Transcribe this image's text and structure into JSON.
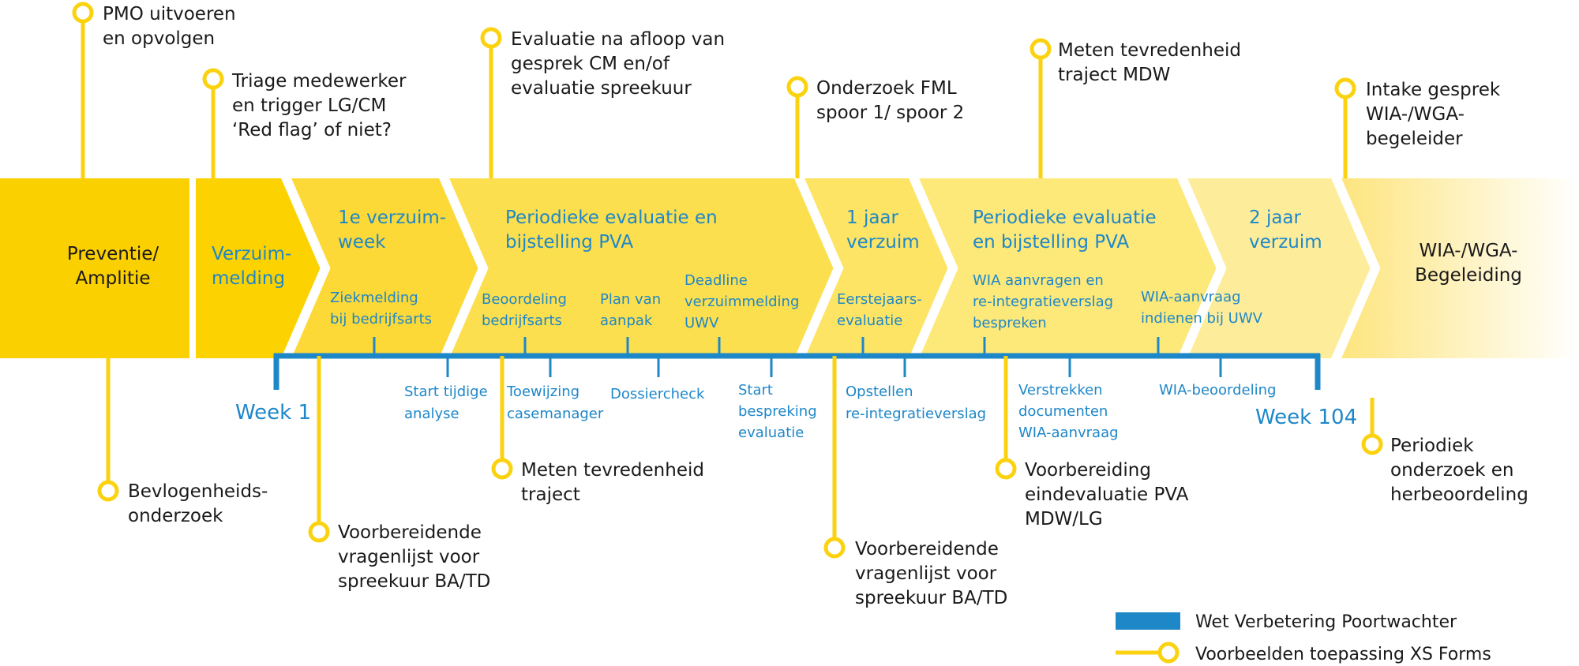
{
  "phases": [
    {
      "title": [
        "Preventie/",
        "Amplitie"
      ]
    },
    {
      "title": [
        "Verzuim-",
        "melding"
      ]
    },
    {
      "title": [
        "1e verzuim-",
        "week"
      ],
      "sub": [
        "Ziekmelding",
        "bij bedrijfsarts"
      ]
    },
    {
      "title": [
        "Periodieke evaluatie en",
        "bijstelling PVA"
      ]
    },
    {
      "title": [
        "1 jaar",
        "verzuim"
      ],
      "sub": [
        "Eerstejaars-",
        "evaluatie"
      ]
    },
    {
      "title": [
        "Periodieke evaluatie",
        "en bijstelling PVA"
      ]
    },
    {
      "title": [
        "2 jaar",
        "verzuim"
      ],
      "sub": [
        "WIA-aanvraag",
        "indienen bij UWV"
      ]
    },
    {
      "title": [
        "WIA-/WGA-",
        "Begeleiding"
      ]
    }
  ],
  "upper_sub_labels": [
    [
      "Beoordeling",
      "bedrijfsarts"
    ],
    [
      "Plan van",
      "aanpak"
    ],
    [
      "Deadline",
      "verzuimmelding",
      "UWV"
    ],
    [
      "WIA aanvragen en",
      "re-integratieverslag",
      "bespreken"
    ]
  ],
  "lower_labels": [
    [
      "Start tijdige",
      "analyse"
    ],
    [
      "Toewijzing",
      "casemanager"
    ],
    [
      "Dossiercheck"
    ],
    [
      "Start",
      "bespreking",
      "evaluatie"
    ],
    [
      "Opstellen",
      "re-integratieverslag"
    ],
    [
      "Verstrekken",
      "documenten",
      "WIA-aanvraag"
    ],
    [
      "WIA-beoordeling"
    ]
  ],
  "week_start": "Week 1",
  "week_end": "Week 104",
  "top_markers": [
    [
      "PMO uitvoeren",
      "en opvolgen"
    ],
    [
      "Triage medewerker",
      "en trigger LG/CM",
      "‘Red flag’ of niet?"
    ],
    [
      "Evaluatie na afloop van",
      "gesprek CM en/of",
      "evaluatie spreekuur"
    ],
    [
      "Onderzoek FML",
      "spoor 1/ spoor 2"
    ],
    [
      "Meten tevredenheid",
      "traject MDW"
    ],
    [
      "Intake gesprek",
      "WIA-/WGA-",
      "begeleider"
    ]
  ],
  "bottom_markers": [
    [
      "Bevlogenheids-",
      "onderzoek"
    ],
    [
      "Voorbereidende",
      "vragenlijst voor",
      "spreekuur BA/TD"
    ],
    [
      "Meten tevredenheid",
      "traject"
    ],
    [
      "Voorbereidende",
      "vragenlijst voor",
      "spreekuur BA/TD"
    ],
    [
      "Voorbereiding",
      "eindevaluatie PVA",
      "MDW/LG"
    ],
    [
      "Periodiek",
      "onderzoek en",
      "herbeoordeling"
    ]
  ],
  "legend": {
    "bar_label": "Wet Verbetering Poortwachter",
    "marker_label": "Voorbeelden toepassing XS Forms"
  },
  "colors": {
    "timeline_blue": "#1e87c8",
    "marker_yellow": "#fbd20f",
    "text_dark": "#1a1a1a",
    "phase_fills": [
      "#fbd000",
      "#fcd200",
      "#fcd936",
      "#fcdf4e",
      "#fde464",
      "#fde87a",
      "#fded9a",
      "#fef5cf"
    ]
  }
}
